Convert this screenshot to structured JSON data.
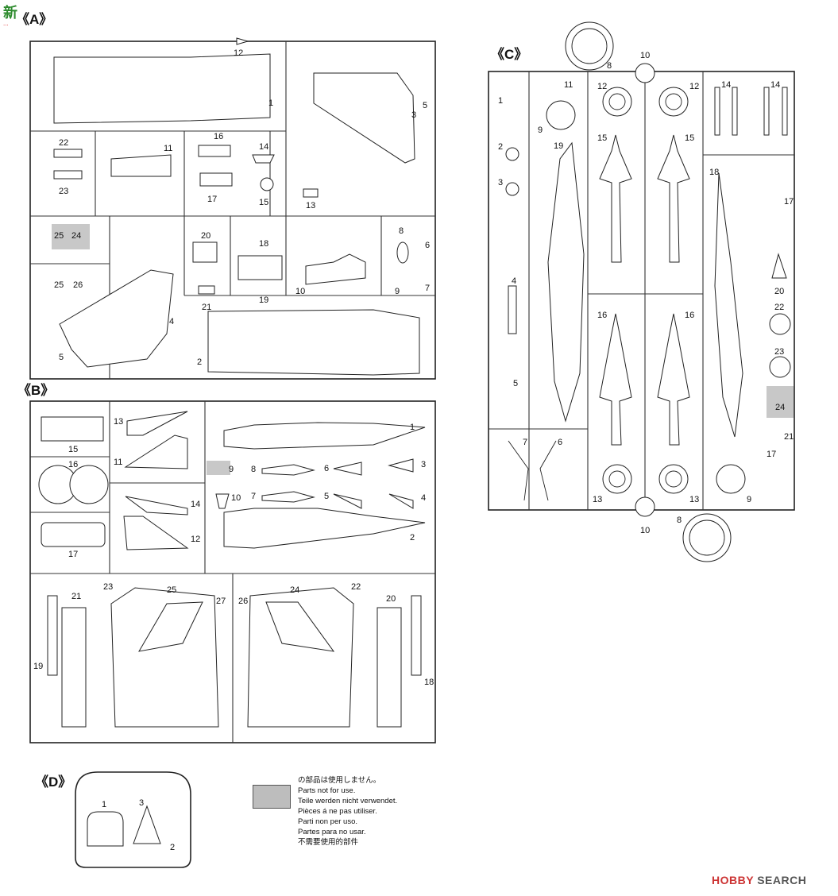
{
  "watermark_top_left": {
    "title": "新",
    "sub": "..."
  },
  "watermark_bottom_right": {
    "brand": "HOBBY",
    "suffix": "SEARCH"
  },
  "sprues": {
    "A": {
      "label": "《A》",
      "part_numbers": [
        "1",
        "2",
        "3",
        "4",
        "5",
        "5",
        "6",
        "7",
        "8",
        "9",
        "10",
        "11",
        "12",
        "13",
        "14",
        "15",
        "16",
        "17",
        "18",
        "19",
        "20",
        "21",
        "22",
        "23",
        "24",
        "25",
        "24",
        "25",
        "26"
      ]
    },
    "B": {
      "label": "《B》",
      "part_numbers": [
        "1",
        "2",
        "3",
        "4",
        "5",
        "6",
        "7",
        "8",
        "9",
        "10",
        "11",
        "12",
        "13",
        "14",
        "15",
        "16",
        "17",
        "18",
        "19",
        "20",
        "21",
        "22",
        "23",
        "24",
        "25",
        "26",
        "27"
      ]
    },
    "C": {
      "label": "《C》",
      "part_numbers": [
        "1",
        "2",
        "3",
        "4",
        "5",
        "6",
        "7",
        "8",
        "8",
        "9",
        "9",
        "10",
        "10",
        "11",
        "12",
        "12",
        "13",
        "13",
        "14",
        "14",
        "15",
        "15",
        "16",
        "16",
        "17",
        "17",
        "18",
        "19",
        "20",
        "21",
        "22",
        "23",
        "24"
      ]
    },
    "D": {
      "label": "《D》",
      "part_numbers": [
        "1",
        "2",
        "3"
      ]
    }
  },
  "legend": {
    "swatch_color": "#bdbdbd",
    "lines": [
      "の部品は使用しません。",
      "Parts not for use.",
      "Teile werden nicht verwendet.",
      "Pièces á ne pas utiliser.",
      "Parti non per uso.",
      "Partes para no usar.",
      "不需要使用的部件"
    ]
  }
}
